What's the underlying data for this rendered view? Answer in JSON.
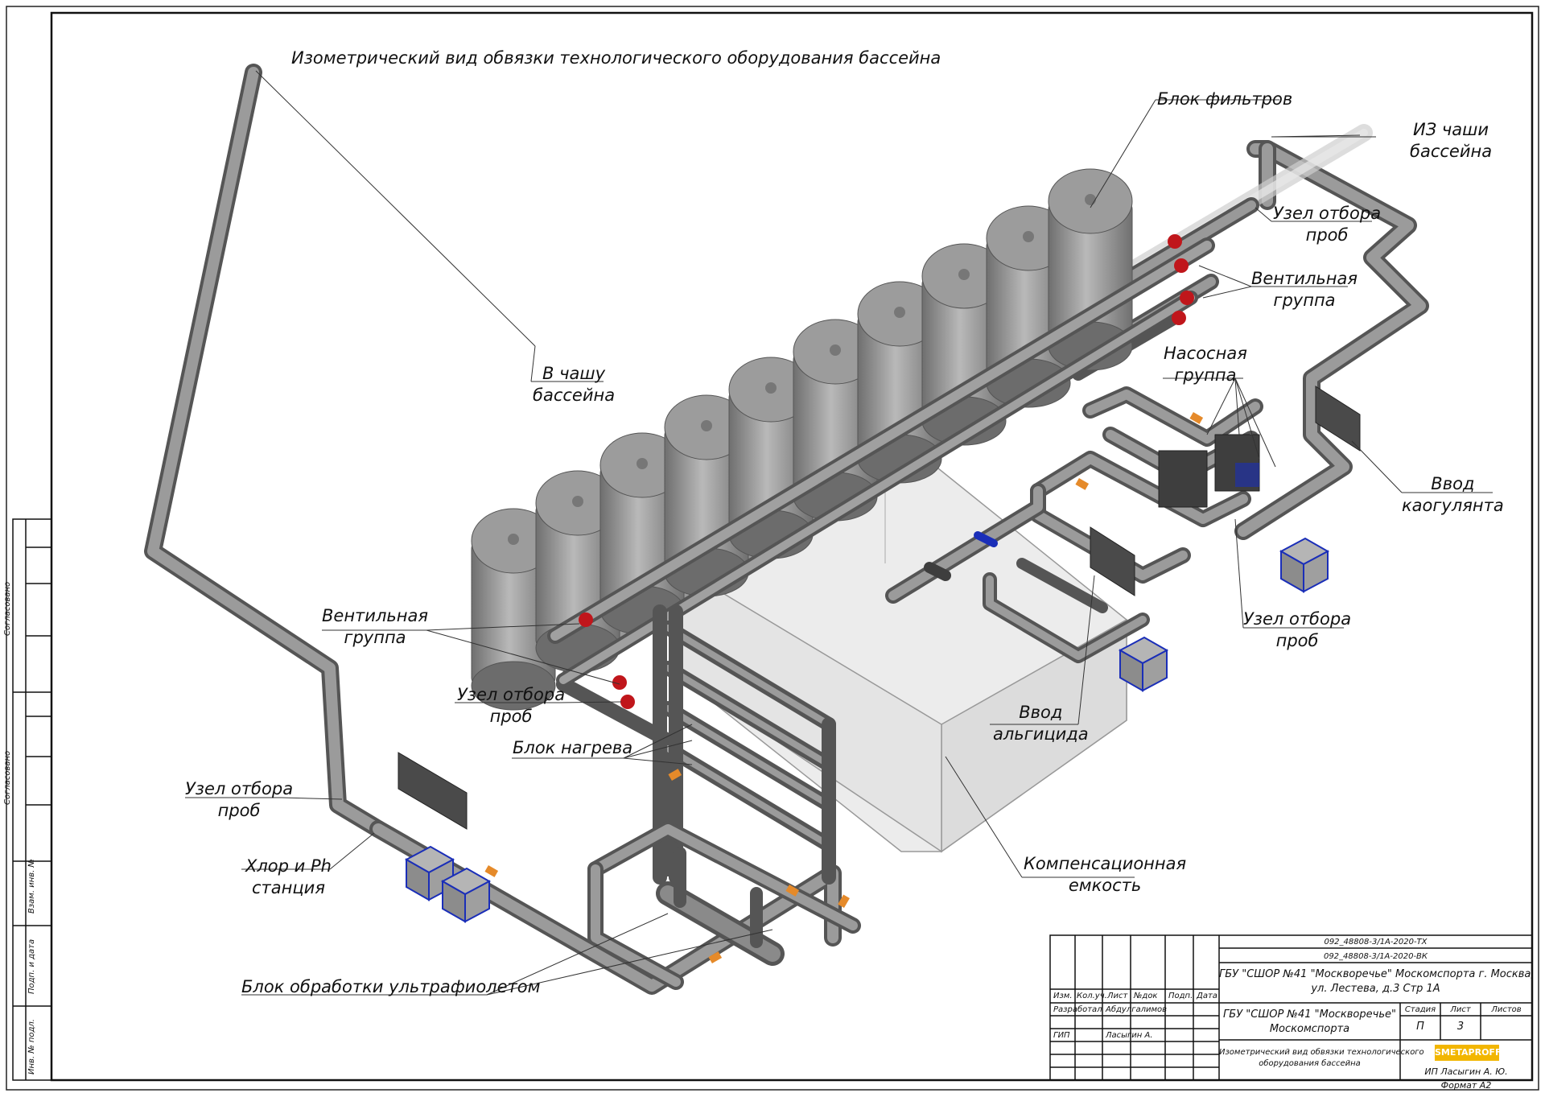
{
  "title": "Изометрический вид обвязки технологического оборудования бассейна",
  "labels": {
    "filters_block": "Блок фильтров",
    "from_bowl_1": "ИЗ чаши",
    "from_bowl_2": "бассейна",
    "sampling_top_1": "Узел отбора",
    "sampling_top_2": "проб",
    "valve_right_1": "Вентильная",
    "valve_right_2": "группа",
    "to_bowl_1": "В чашу",
    "to_bowl_2": "бассейна",
    "pump_group_1": "Насосная",
    "pump_group_2": "группа",
    "coagulant_1": "Ввод",
    "coagulant_2": "каогулянта",
    "sampling_right_1": "Узел отбора",
    "sampling_right_2": "проб",
    "valve_left_1": "Вентильная",
    "valve_left_2": "группа",
    "sampling_mid_1": "Узел отбора",
    "sampling_mid_2": "проб",
    "heating_block": "Блок нагрева",
    "algicide_1": "Ввод",
    "algicide_2": "альгицида",
    "sampling_left_1": "Узел отбора",
    "sampling_left_2": "проб",
    "chlorine_1": "Хлор и Ph",
    "chlorine_2": "станция",
    "compensation_1": "Компенсационная",
    "compensation_2": "емкость",
    "uv_block": "Блок обработки ультрафиолетом"
  },
  "side_stamp": {
    "agreed_1": "Согласовано",
    "agreed_2": "Согласовано",
    "replaced_inv": "Взам. инв. №",
    "sign_date": "Подп. и дата",
    "inv_orig": "Инв. № подл."
  },
  "title_block": {
    "code_1": "092_48808-3/1А-2020-ТХ",
    "code_2": "092_48808-3/1А-2020-ВК",
    "org_1": "ГБУ \"СШОР №41 \"Москворечье\" Москомспорта г. Москва,",
    "org_2": "ул. Лестева, д.3 Стр 1А",
    "col_izm": "Изм.",
    "col_kol": "Кол.уч.",
    "col_list": "Лист",
    "col_ndok": "№док",
    "col_podp": "Подп.",
    "col_data": "Дата",
    "role_1": "Разработал",
    "name_1": "Абдулгалимов",
    "role_2": "ГИП",
    "name_2": "Ласыгин А.",
    "project_1": "ГБУ \"СШОР №41 \"Москворечье\"",
    "project_2": "Москомспорта",
    "stage_h": "Стадия",
    "sheet_h": "Лист",
    "sheets_h": "Листов",
    "stage_v": "П",
    "sheet_v": "3",
    "sheets_v": "",
    "drawing_1": "Изометрический вид обвязки технологического",
    "drawing_2": "оборудования бассейна",
    "company_logo": "SMETAPROFF",
    "company": "ИП Ласыгин А. Ю.",
    "format": "Формат А2"
  },
  "colors": {
    "pipe": "#6e6e6e",
    "pipe_light": "#a9a9a9",
    "tank": "#8a8a8a",
    "tank_light": "#b8b8b8",
    "valve": "#c0161b",
    "flange": "#e58a2a",
    "station": "#8c8c8c",
    "station_edge": "#1a2eb8",
    "tank_box": "#e6e6e6"
  }
}
